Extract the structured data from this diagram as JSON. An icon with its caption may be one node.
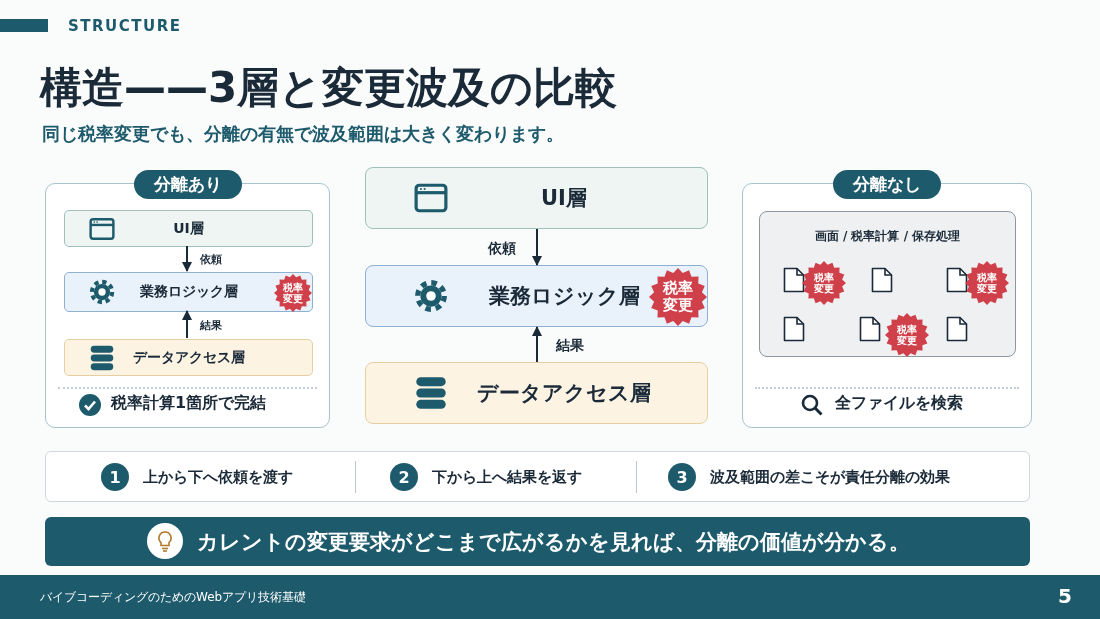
{
  "diagram": {
    "title": "構造——3層と変更波及の比較",
    "nodes": [
      {
        "text": [
          "分離あり",
          "税率計算1箇所で完結"
        ]
      },
      {
        "text": [
          "UI層"
        ],
        "in": 0
      },
      {
        "text": [
          "業務ロジック層"
        ],
        "in": 0
      },
      {
        "text": [
          "税率変更"
        ],
        "in": 2
      },
      {
        "text": [
          "データアクセス層"
        ],
        "in": 0
      },
      {
        "text": [
          "UI層"
        ]
      },
      {
        "text": [
          "業務ロジック層"
        ]
      },
      {
        "text": [
          "税率変更"
        ],
        "in": 6
      },
      {
        "text": [
          "データアクセス層"
        ]
      },
      {
        "text": [
          "分離なし",
          "全ファイルを検索"
        ]
      },
      {
        "text": [
          "画面 / 税率計算 / 保存処理"
        ],
        "in": 9
      },
      {
        "text": [
          "税率変更"
        ],
        "in": 10
      },
      {
        "text": [
          "税率変更"
        ],
        "in": 10
      },
      {
        "text": [
          "税率変更"
        ],
        "in": 10
      },
      {
        "text": [
          "1"
        ],
        "beside": [
          "上から下へ依頼を渡す"
        ]
      },
      {
        "text": [
          "2"
        ],
        "beside": [
          "下から上へ結果を返す"
        ]
      },
      {
        "text": [
          "3"
        ],
        "beside": [
          "波及範囲の差こそが責任分離の効果"
        ]
      },
      {
        "text": [
          "カレントの変更要求がどこまで広がるかを見れば、分離の価値が分かる。"
        ]
      },
      {
        "text": [
          "バイブコーディングのためのWebアプリ技術基礎",
          "5"
        ]
      }
    ],
    "edges": [
      {
        "from": 1,
        "to": 2,
        "arrow": "to",
        "label": "依頼"
      },
      {
        "from": 4,
        "to": 2,
        "arrow": "to",
        "label": "結果"
      },
      {
        "from": 5,
        "to": 6,
        "arrow": "to",
        "label": "依頼"
      },
      {
        "from": 8,
        "to": 6,
        "arrow": "to",
        "label": "結果"
      }
    ],
    "labels": [
      "STRUCTURE",
      "同じ税率変更でも、分離の有無で波及範囲は大きく変わります。"
    ]
  }
}
